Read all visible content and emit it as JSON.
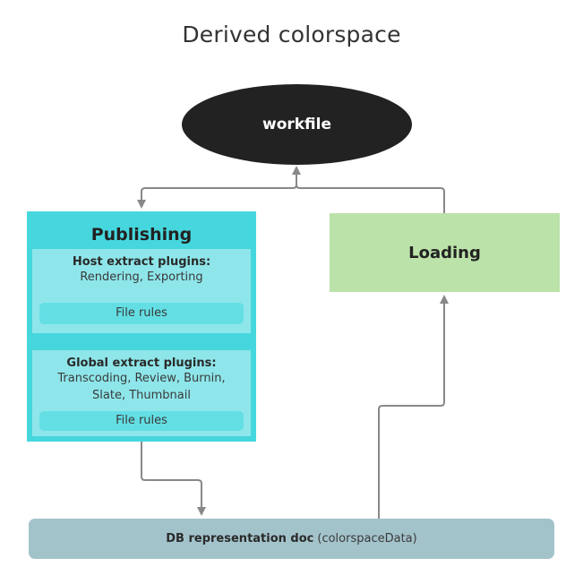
{
  "title": "Derived colorspace",
  "nodes": {
    "workfile": {
      "label": "workfile",
      "color": "#222222"
    },
    "publishing": {
      "label": "Publishing",
      "color": "#45d7dd",
      "sections": [
        {
          "heading": "Host extract plugins:",
          "text": "Rendering, Exporting",
          "rules_label": "File rules"
        },
        {
          "heading": "Global extract plugins:",
          "text_lines": [
            "Transcoding, Review, Burnin,",
            "Slate, Thumbnail"
          ],
          "rules_label": "File rules"
        }
      ]
    },
    "loading": {
      "label": "Loading",
      "color": "#bbe2a9"
    },
    "db": {
      "label_bold": "DB representation doc",
      "label_sub": "(colorspaceData)",
      "color": "#a3c3cb"
    }
  },
  "edges": [
    {
      "from": "workfile",
      "to": "publishing",
      "arrow": "to"
    },
    {
      "from": "loading",
      "to": "workfile",
      "arrow": "to"
    },
    {
      "from": "publishing",
      "to": "db",
      "arrow": "to"
    },
    {
      "from": "db",
      "to": "loading",
      "arrow": "to"
    }
  ],
  "connector_color": "#888888"
}
